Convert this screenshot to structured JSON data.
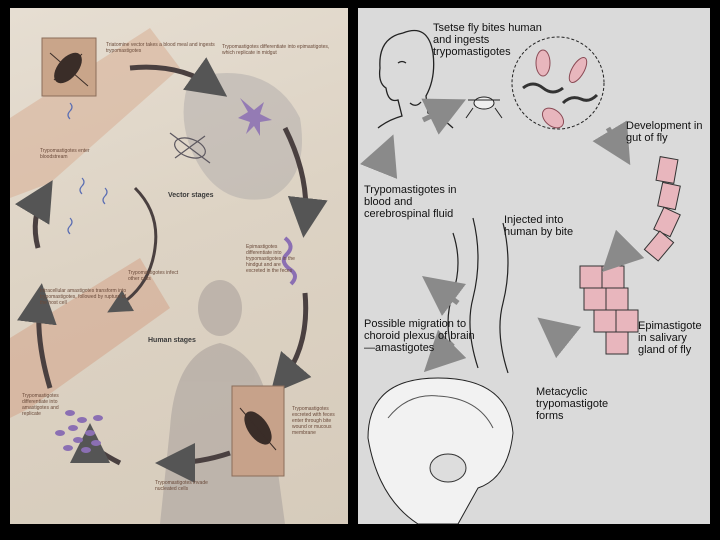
{
  "left_diagram": {
    "labels": {
      "vector_blood_meal": "Triatomine vector takes a blood meal and ingests trypomastigotes",
      "midgut": "Trypomastigotes differentiate into epimastigotes, which replicate in midgut",
      "bloodstream": "Trypomastigotes enter bloodstream",
      "hindgut": "Epimastigotes differentiate into trypomastigotes in the hindgut and are excreted in the feces",
      "infect_other_cells": "Trypomastigotes infect other cells",
      "intracellular": "Intracellular amastigotes transform into trypomastigotes, followed by rupture of the host cell",
      "differentiate_amastigotes": "Trypomastigotes differentiate into amastigotes and replicate",
      "excreted_feces": "Trypomastigotes excreted with feces enter through bite wound or mucous membrane",
      "invade_cells": "Trypomastigotes invade nucleated cells",
      "vector_stages": "Vector stages",
      "human_stages": "Human stages"
    }
  },
  "right_diagram": {
    "labels": {
      "tsetse_bites": "Tsetse fly bites human and ingests trypomastigotes",
      "development_gut": "Development in gut of fly",
      "blood_csf": "Trypomastigotes in blood and cerebrospinal fluid",
      "injected": "Injected into human by bite",
      "epimastigote": "Epimastigote in salivary gland of fly",
      "choroid": "Possible migration to choroid plexus of brain—amastigotes",
      "metacyclic": "Metacyclic trypomastigote forms"
    }
  }
}
